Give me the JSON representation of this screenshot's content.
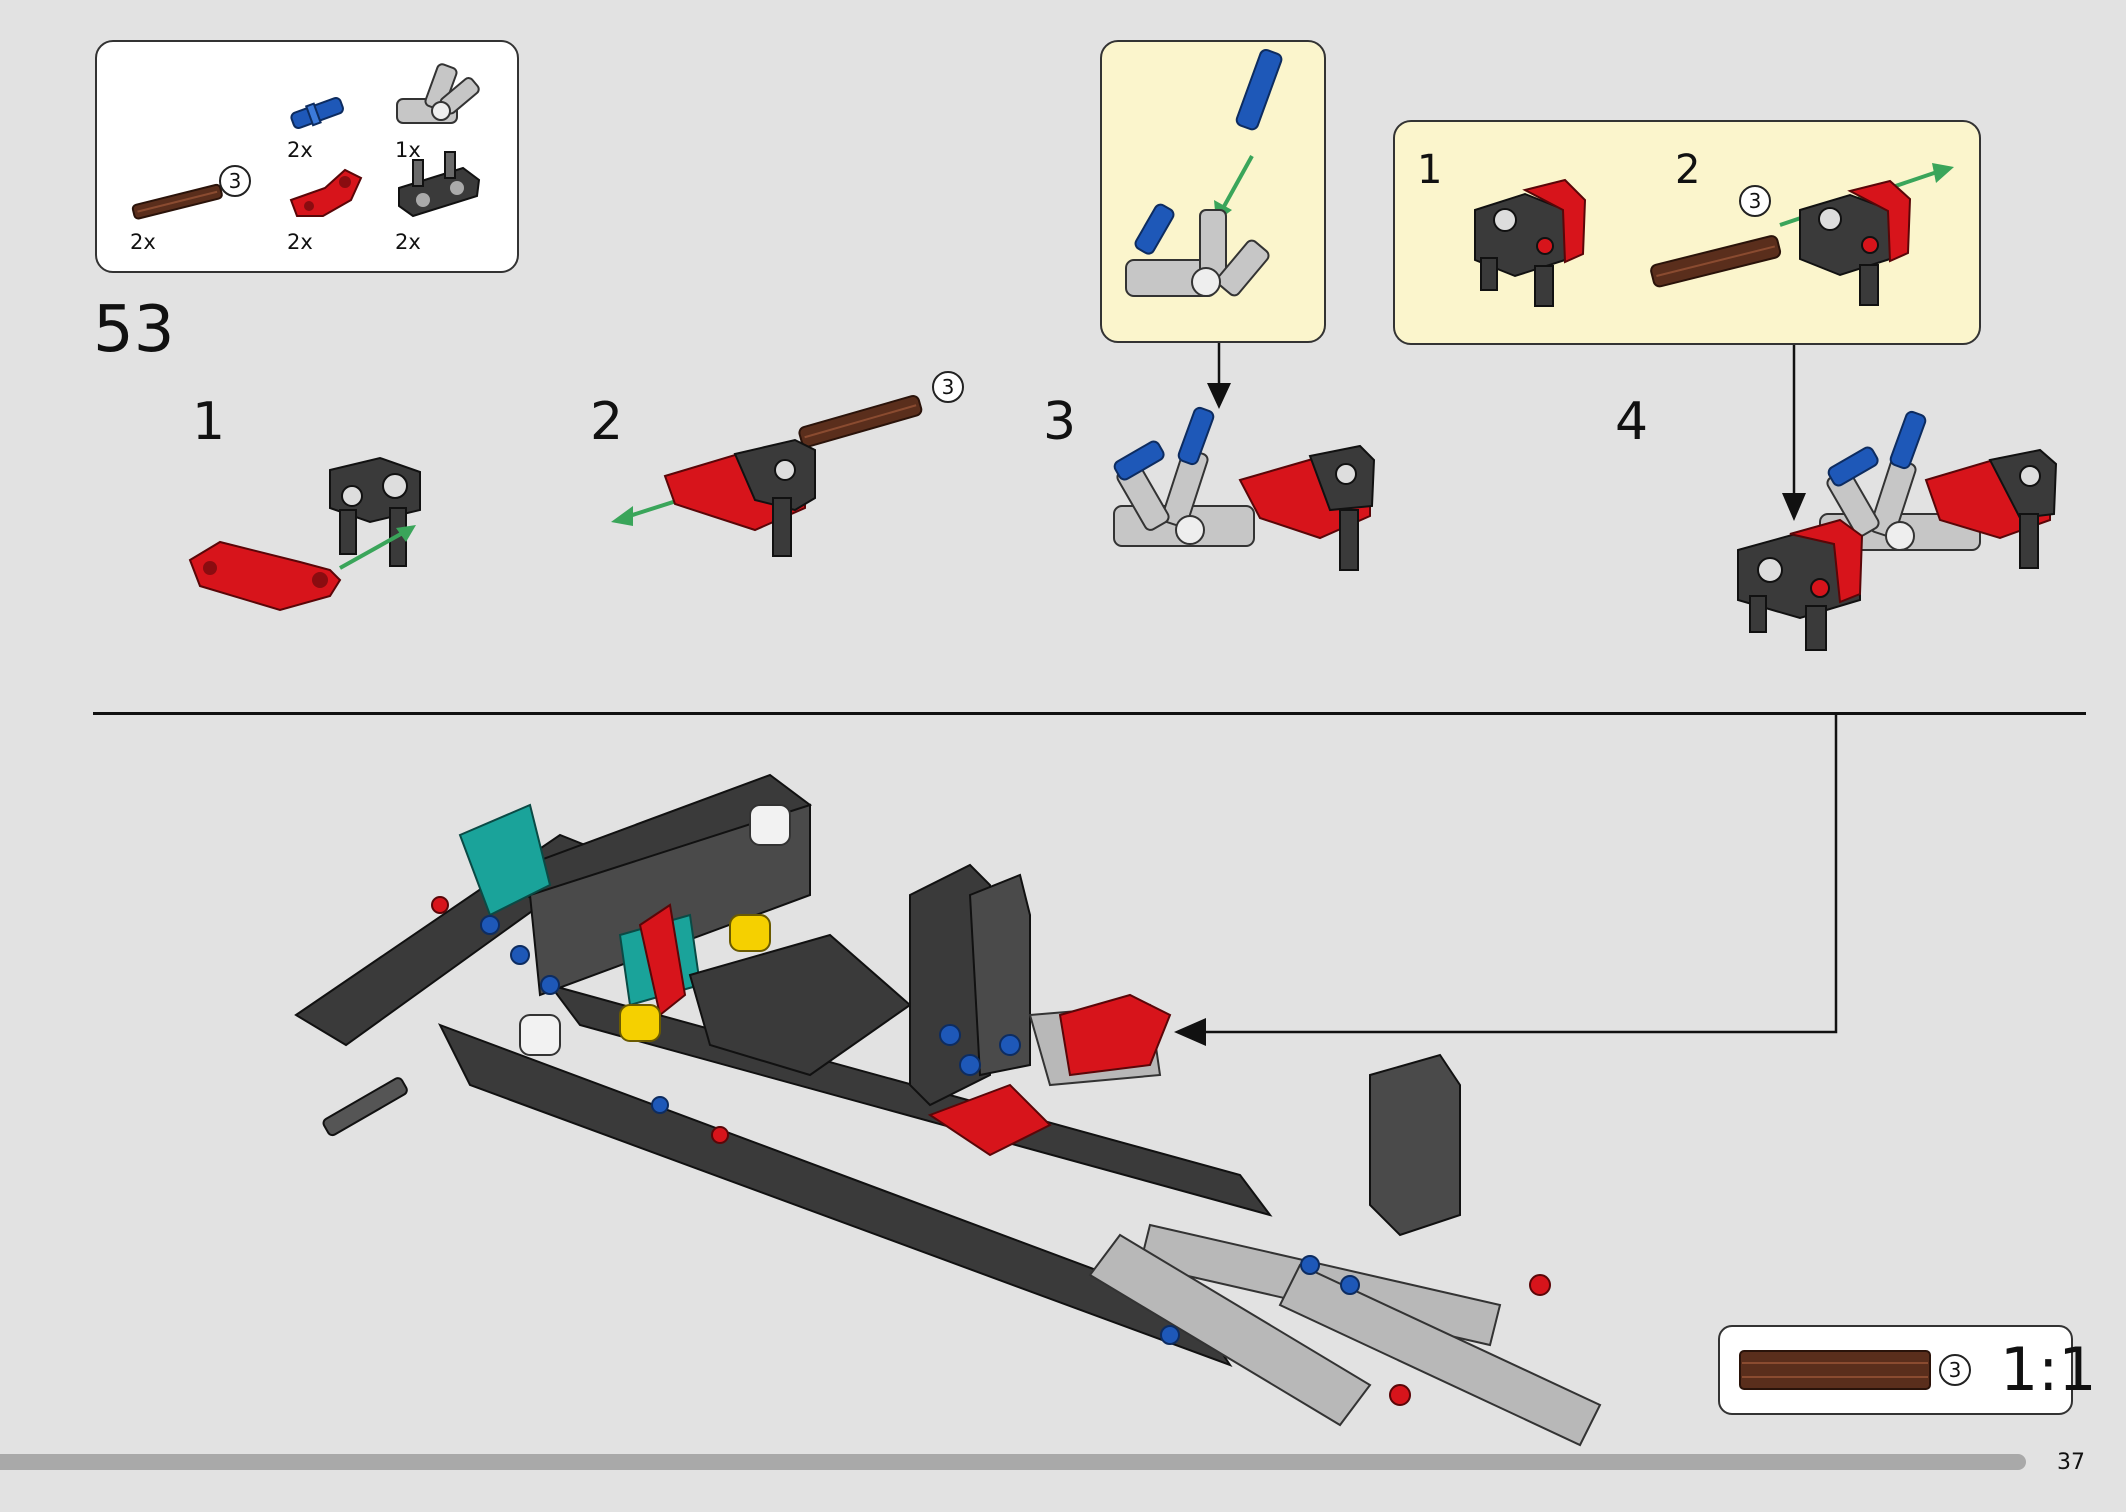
{
  "parts_list": {
    "items": [
      {
        "name": "axle-length-3",
        "quantity": "2x",
        "length_callout": "3"
      },
      {
        "name": "axle-pin-blue",
        "quantity": "2x"
      },
      {
        "name": "red-angled-beam",
        "quantity": "2x"
      },
      {
        "name": "gray-connector-hub",
        "quantity": "1x"
      },
      {
        "name": "dark-gray-pin-connector",
        "quantity": "2x"
      }
    ]
  },
  "step": {
    "number": "53",
    "substeps": [
      {
        "label": "1"
      },
      {
        "label": "2",
        "callout": "3"
      },
      {
        "label": "3"
      },
      {
        "label": "4"
      }
    ]
  },
  "callout_box": {
    "substeps": [
      {
        "label": "1"
      },
      {
        "label": "2",
        "callout": "3"
      }
    ]
  },
  "scale_box": {
    "callout": "3",
    "scale_text": "1:1"
  },
  "page": {
    "number": "37"
  },
  "colors": {
    "background": "#e2e2e2",
    "callout_fill": "#fbf5cc",
    "beam_dark": "#3a3a3a",
    "beam_light": "#b8b8b8",
    "brick_red": "#d7141b",
    "pin_blue": "#1e58b8",
    "axle_brown": "#5a2e1c",
    "teal": "#1aa39a",
    "yellow": "#f5d000",
    "arrow_green": "#3aa55a"
  }
}
